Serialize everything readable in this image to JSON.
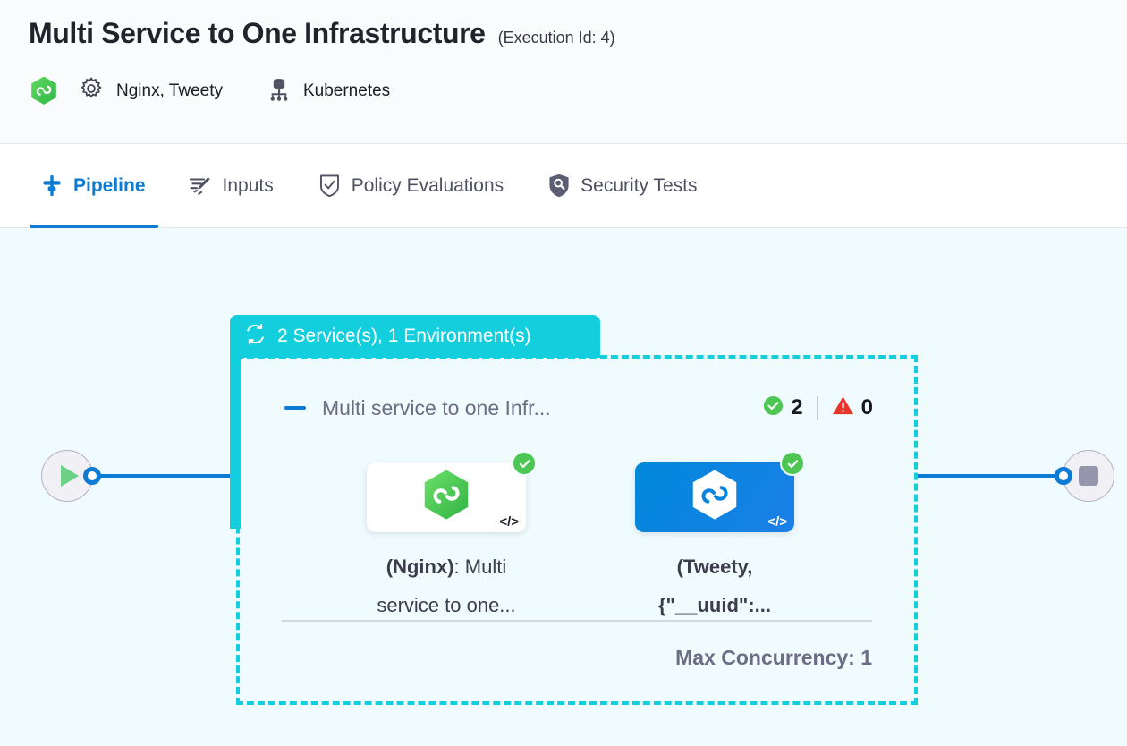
{
  "header": {
    "title": "Multi Service to One Infrastructure",
    "execution_id_label": "(Execution Id: 4)",
    "services_label": "Nginx, Tweety",
    "infrastructure_label": "Kubernetes",
    "harness_logo_icon": "harness-hexagon-icon",
    "services_icon": "gear-icon",
    "infrastructure_icon": "kubernetes-cluster-icon"
  },
  "tabs": [
    {
      "id": "pipeline",
      "label": "Pipeline",
      "icon": "pipeline-node-icon",
      "active": true
    },
    {
      "id": "inputs",
      "label": "Inputs",
      "icon": "pencil-lines-icon",
      "active": false
    },
    {
      "id": "policy",
      "label": "Policy Evaluations",
      "icon": "shield-check-icon",
      "active": false
    },
    {
      "id": "security",
      "label": "Security Tests",
      "icon": "shield-magnifier-icon",
      "active": false
    }
  ],
  "canvas": {
    "start_node": {
      "icon": "play-icon",
      "name": "start-node"
    },
    "end_node": {
      "icon": "stop-icon",
      "name": "end-node"
    },
    "stage": {
      "banner_label": "2 Service(s), 1 Environment(s)",
      "banner_icon": "matrix-loop-icon",
      "group": {
        "title": "Multi service to one Infr...",
        "collapse_icon": "collapse-dash-icon",
        "success_count": "2",
        "success_icon": "check-circle-icon",
        "error_count": "0",
        "error_icon": "warning-triangle-icon",
        "max_concurrency_label": "Max Concurrency: 1"
      },
      "nodes": [
        {
          "id": "nginx",
          "icon": "harness-hexagon-icon",
          "code_glyph": "</>",
          "status_icon": "check-circle-icon",
          "caption_bold": "(Nginx)",
          "caption_rest": ": Multi",
          "caption_line2": "service to one..."
        },
        {
          "id": "tweety",
          "icon": "harness-hexagon-icon",
          "code_glyph": "</>",
          "status_icon": "check-circle-icon",
          "caption_bold": "(Tweety,",
          "caption_rest": "",
          "caption_line2": "{\"__uuid\":..."
        }
      ]
    }
  },
  "colors": {
    "accent_blue": "#0b7bd4",
    "stage_teal": "#13cfdd",
    "canvas_bg": "#effbfd",
    "success_green": "#4dc654",
    "error_red": "#e8342a",
    "node_blue": "#0088da",
    "harness_green": "#4dc454"
  }
}
